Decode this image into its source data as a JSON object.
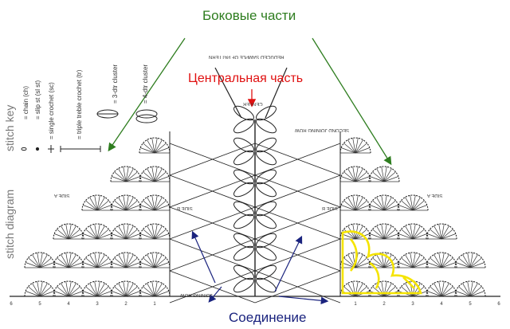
{
  "annotations": {
    "side_parts": "Боковые части",
    "central_part": "Центральная часть",
    "joining": "Соединение"
  },
  "stitch_key": {
    "title": "stitch key",
    "items": [
      "= chain (ch)",
      "= slip st (sl st)",
      "= single crochet (sc)",
      "= triple treble crochet (tr)",
      "= 3-dtr cluster",
      "= 4-dtr cluster"
    ]
  },
  "diagram": {
    "title": "stitch diagram",
    "header_text": "REDUCED SAMPLE OF PATTERN",
    "center_text": "CENTER",
    "joining_text_top": "SECOND JOINING ROW",
    "joining_text_bottom": "JOINING ROW",
    "side_a": "SIDE A",
    "side_b": "SIDE B",
    "row_numbers": [
      "1",
      "2",
      "3",
      "4",
      "5",
      "6"
    ]
  },
  "colors": {
    "side_arrows": "#2e7d1f",
    "center_arrow": "#e01010",
    "join_arrows": "#1a237e",
    "highlight": "#f5e400",
    "ink": "#2a2a2a"
  }
}
